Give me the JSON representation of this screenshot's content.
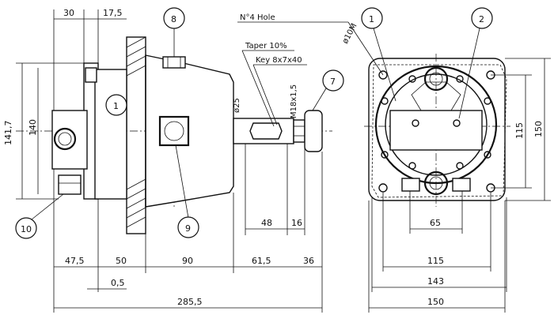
{
  "dimensions": {
    "top_30": "30",
    "top_17_5": "17,5",
    "height_141_7": "141,7",
    "height_140": "140",
    "diam_25": "ø25",
    "m18": "M18x1,5",
    "taper": "Taper 10%",
    "key": "Key 8x7x40",
    "holes": "N°4 Hole",
    "hole_diam": "ø10M",
    "d48": "48",
    "d16": "16",
    "b47_5": "47,5",
    "b50": "50",
    "b90": "90",
    "b61_5": "61,5",
    "b36": "36",
    "b0_5": "0,5",
    "b285_5": "285,5",
    "r65": "65",
    "r115_h": "115",
    "r143": "143",
    "r150_h": "150",
    "r115_v": "115",
    "r150_v": "150"
  },
  "callouts": {
    "c1_left": "1",
    "c7": "7",
    "c8": "8",
    "c9": "9",
    "c10": "10",
    "c1_right": "1",
    "c2": "2"
  }
}
